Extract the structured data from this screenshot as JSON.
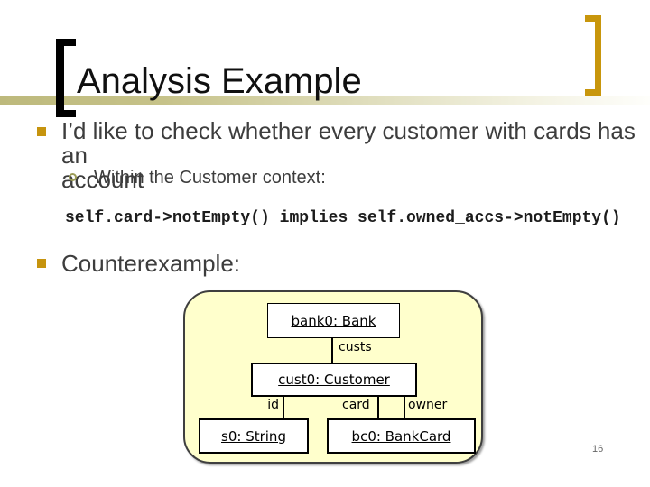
{
  "slide": {
    "title": "Analysis Example",
    "page_number": "16"
  },
  "content": {
    "bullet1": {
      "lines": [
        "I’d like to check whether every customer with cards has an",
        "account"
      ]
    },
    "sub_bullet": "Within the Customer context:",
    "code": "self.card->notEmpty() implies self.owned_accs->notEmpty()",
    "bullet2": "Counterexample:"
  },
  "diagram": {
    "objects": {
      "bank": "bank0: Bank",
      "customer": "cust0: Customer",
      "string": "s0: String",
      "bankcard": "bc0: BankCard"
    },
    "links": {
      "custs": "custs",
      "id": "id",
      "card": "card",
      "owner": "owner"
    }
  },
  "colors": {
    "accent_gold": "#c8960c",
    "bullet_gold": "#c6940e",
    "panel_fill": "#ffffcc",
    "body_text": "#3d3d3d"
  }
}
